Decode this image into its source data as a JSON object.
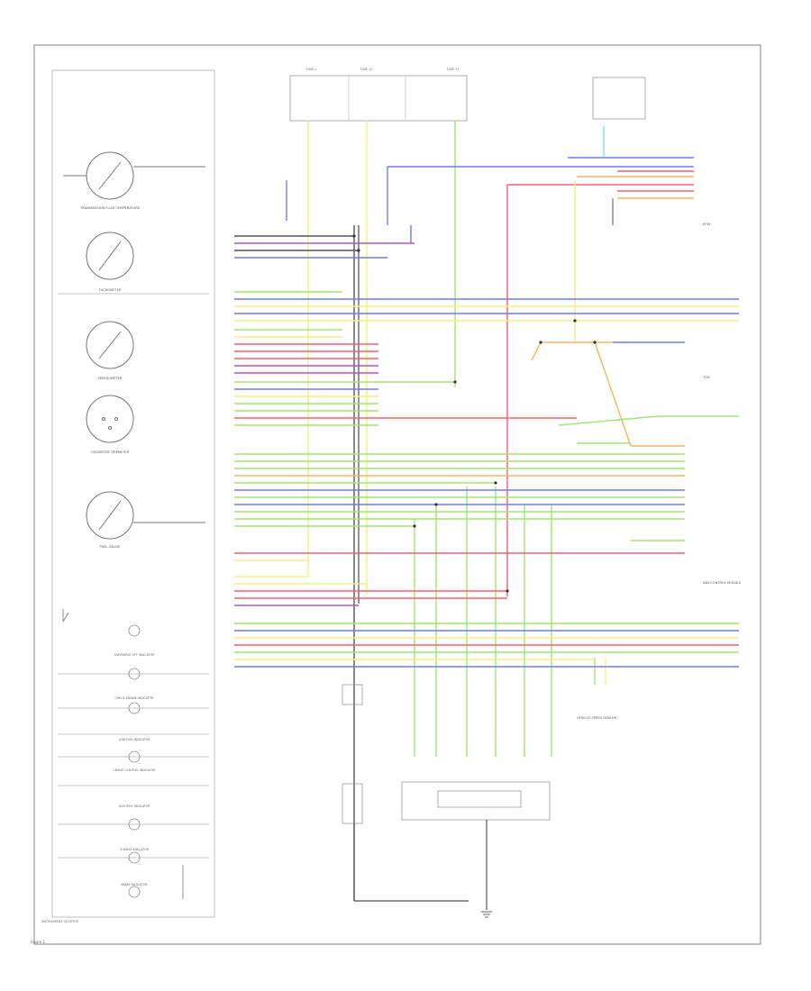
{
  "cluster_gauges": [
    "TRANSMISSION FLUID TEMPERATURE",
    "TACHOMETER",
    "SPEEDOMETER",
    "ODOMETER TRIPMETER",
    "FUEL GAUGE"
  ],
  "indicator_labels": [
    "OVERDRIVE OFF INDICATOR",
    "CHECK ENGINE INDICATOR",
    "LOW FUEL INDICATOR",
    "CRUISE CONTROL INDICATOR",
    "SEAT BELT INDICATOR",
    "CHARGE INDICATOR",
    "BRAKE INDICATOR"
  ],
  "bottom_label": "INSTRUMENT CLUSTER",
  "figure_label": "Figure 1",
  "fuses": [
    "FUSE 1",
    "FUSE 12",
    "FUSE 17"
  ],
  "right_labels": [
    "ECM",
    "TCM",
    "ABS CONTROL MODULE",
    "VEHICLE SPEED SENSOR"
  ],
  "colors": {
    "frame": "#9a9a9a",
    "wire_green": "#9ee86b",
    "wire_blue": "#6f79ff",
    "wire_red": "#ff5a6e",
    "wire_yellow": "#f2f27a",
    "wire_orange": "#ffb060",
    "wire_violet": "#b84fd6",
    "wire_black": "#333333",
    "wire_cyan": "#7fd8ff"
  },
  "icons": [
    "gauge-icon",
    "indicator-bulb-icon",
    "switch-icon",
    "ground-icon"
  ]
}
